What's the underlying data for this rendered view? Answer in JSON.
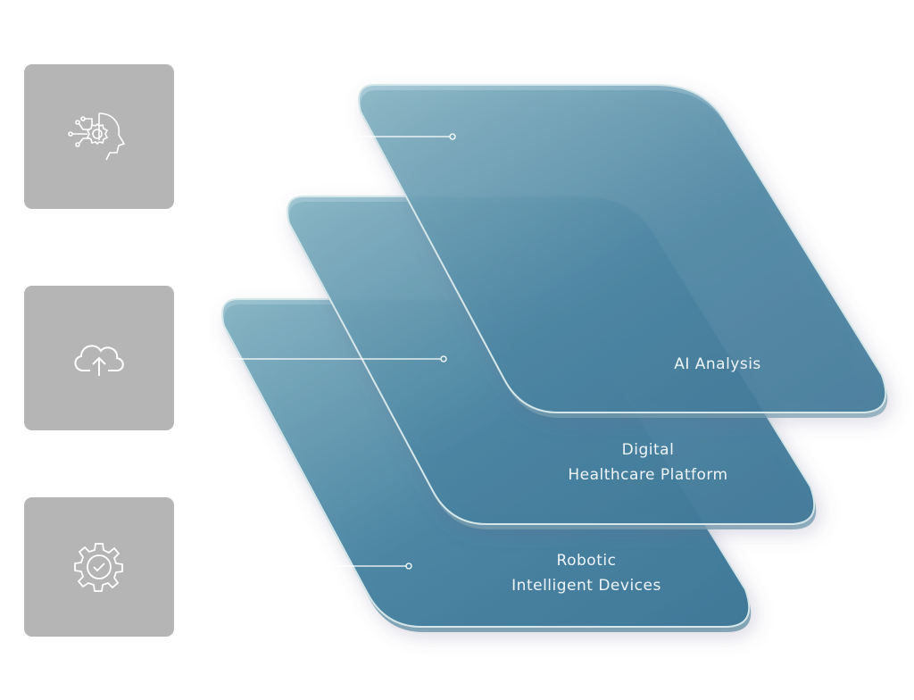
{
  "layers": [
    {
      "label_lines": [
        "AI Analysis"
      ],
      "icon": "ai-head-gear-icon"
    },
    {
      "label_lines": [
        "Digital",
        "Healthcare Platform"
      ],
      "icon": "cloud-upload-icon"
    },
    {
      "label_lines": [
        "Robotic",
        "Intelligent Devices"
      ],
      "icon": "gear-check-icon"
    }
  ],
  "colors": {
    "icon_box": "#b5b5b5",
    "plate_light": "#84b3c4",
    "plate_dark": "#2e6f93",
    "edge": "#cfe3e6"
  }
}
